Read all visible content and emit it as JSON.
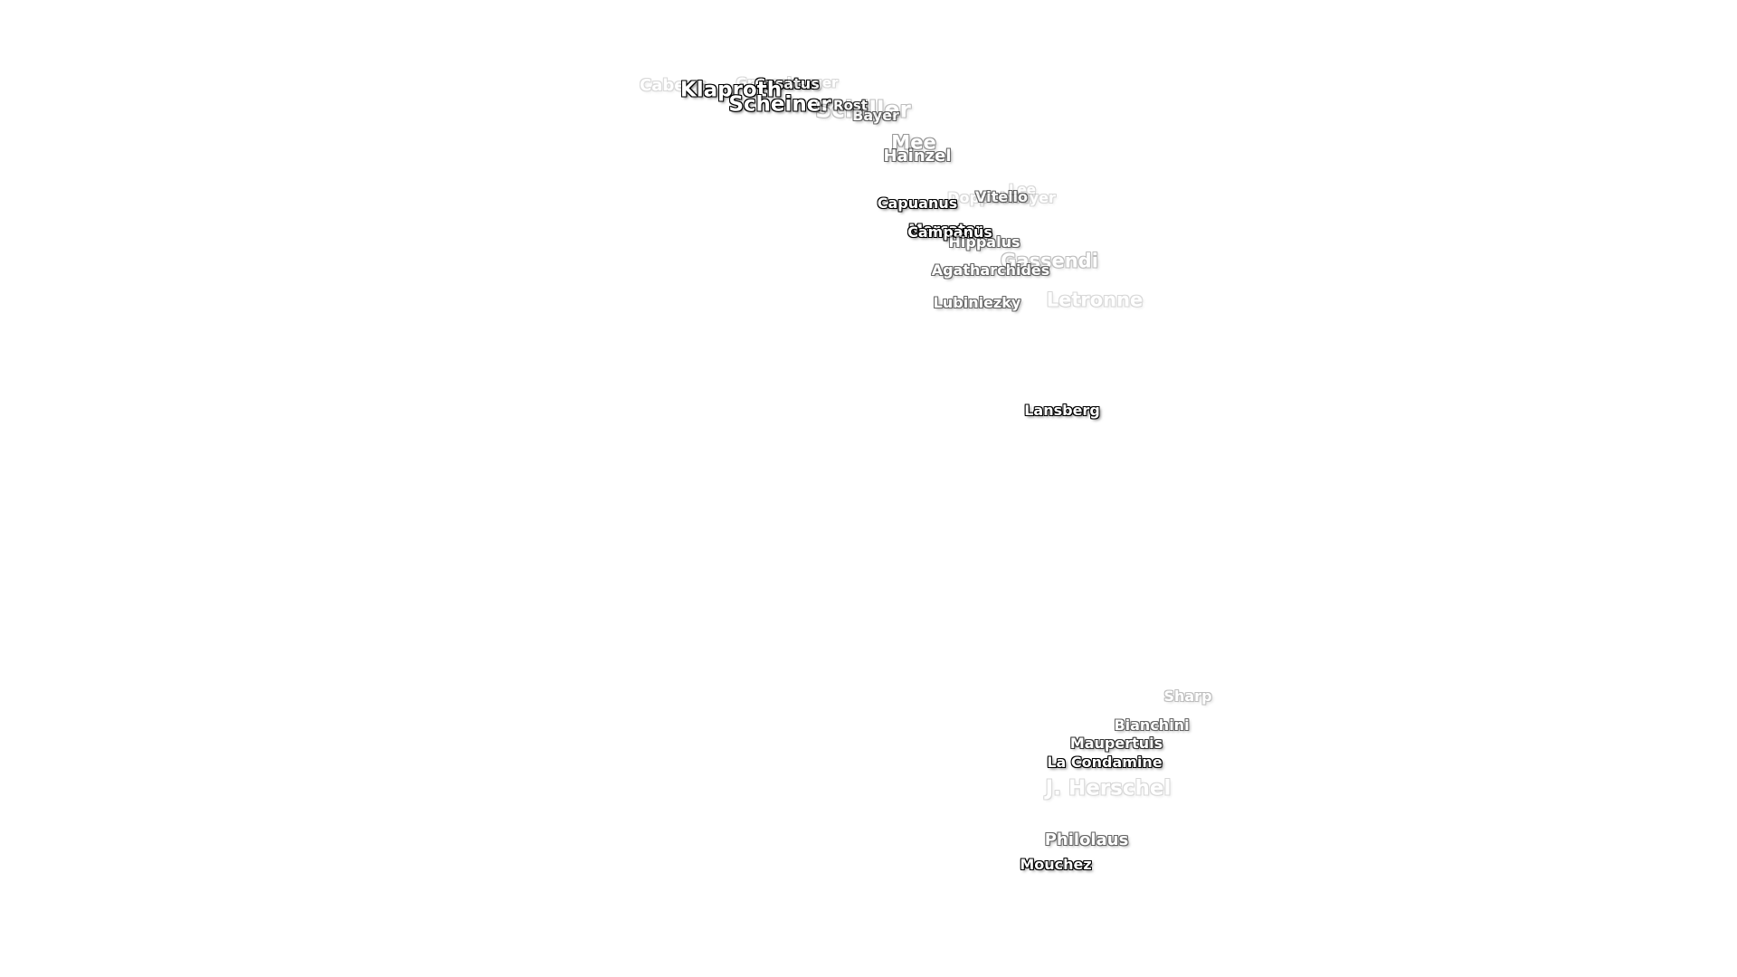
{
  "map": {
    "labels": [
      {
        "id": "cabeus",
        "name": "Cabeus"
      },
      {
        "id": "casatus",
        "name": "Casatus"
      },
      {
        "id": "gruemberger",
        "name": "Gruemberger"
      },
      {
        "id": "klaproth",
        "name": "Klaproth"
      },
      {
        "id": "scheiner",
        "name": "Scheiner"
      },
      {
        "id": "schiller",
        "name": "Schiller"
      },
      {
        "id": "rost",
        "name": "Rost"
      },
      {
        "id": "bayer",
        "name": "Bayer"
      },
      {
        "id": "mee",
        "name": "Mee"
      },
      {
        "id": "hainzel",
        "name": "Hainzel"
      },
      {
        "id": "lee",
        "name": "Lee"
      },
      {
        "id": "doppelmayer",
        "name": "Doppelmayer"
      },
      {
        "id": "vitello",
        "name": "Vitello"
      },
      {
        "id": "capuanus",
        "name": "Capuanus"
      },
      {
        "id": "mercator",
        "name": "Mercator"
      },
      {
        "id": "campanus",
        "name": "Campanus"
      },
      {
        "id": "hippalus",
        "name": "Hippalus"
      },
      {
        "id": "gassendi",
        "name": "Gassendi"
      },
      {
        "id": "agatharchides",
        "name": "Agatharchides"
      },
      {
        "id": "lubiniezky",
        "name": "Lubiniezky"
      },
      {
        "id": "letronne",
        "name": "Letronne"
      },
      {
        "id": "lansberg",
        "name": "Lansberg"
      },
      {
        "id": "sharp",
        "name": "Sharp"
      },
      {
        "id": "bianchini",
        "name": "Bianchini"
      },
      {
        "id": "maupertuis",
        "name": "Maupertuis"
      },
      {
        "id": "lacondamine",
        "name": "La Condamine"
      },
      {
        "id": "jherschel",
        "name": "J. Herschel"
      },
      {
        "id": "philolaus",
        "name": "Philolaus"
      },
      {
        "id": "mouchez",
        "name": "Mouchez"
      }
    ]
  },
  "colors": {
    "background": "#ffffff",
    "label_fill": "#ffffff",
    "label_outline": "#000000"
  }
}
